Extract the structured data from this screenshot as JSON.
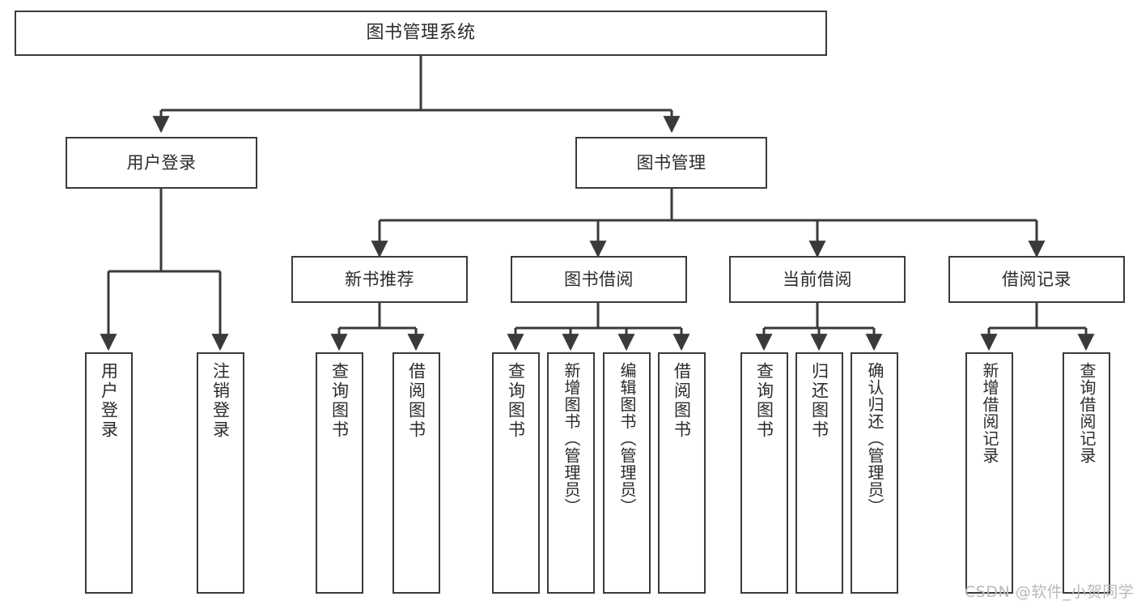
{
  "diagram": {
    "title": "图书管理系统",
    "type": "tree-hierarchy-chart",
    "colors": {
      "box_border": "#3a3a3a",
      "box_fill": "#ffffff",
      "edge": "#3a3a3a",
      "text": "#2b2b2b",
      "watermark": "#b9b9b9",
      "background": "#ffffff"
    }
  },
  "root": {
    "label": "图书管理系统"
  },
  "level2": [
    {
      "label": "用户登录"
    },
    {
      "label": "图书管理"
    }
  ],
  "level3": [
    {
      "label": "新书推荐"
    },
    {
      "label": "图书借阅"
    },
    {
      "label": "当前借阅"
    },
    {
      "label": "借阅记录"
    }
  ],
  "leaves": {
    "user_login": [
      {
        "label": "用户登录"
      },
      {
        "label": "注销登录"
      }
    ],
    "new_book_recommend": [
      {
        "label": "查询图书"
      },
      {
        "label": "借阅图书"
      }
    ],
    "book_borrow": [
      {
        "label": "查询图书"
      },
      {
        "label": "新增图书（管理员）"
      },
      {
        "label": "编辑图书（管理员）"
      },
      {
        "label": "借阅图书"
      }
    ],
    "current_borrow": [
      {
        "label": "查询图书"
      },
      {
        "label": "归还图书"
      },
      {
        "label": "确认归还（管理员）"
      }
    ],
    "borrow_record": [
      {
        "label": "新增借阅记录"
      },
      {
        "label": "查询借阅记录"
      }
    ]
  },
  "watermark": {
    "text": "CSDN @软件_小贺同学"
  }
}
